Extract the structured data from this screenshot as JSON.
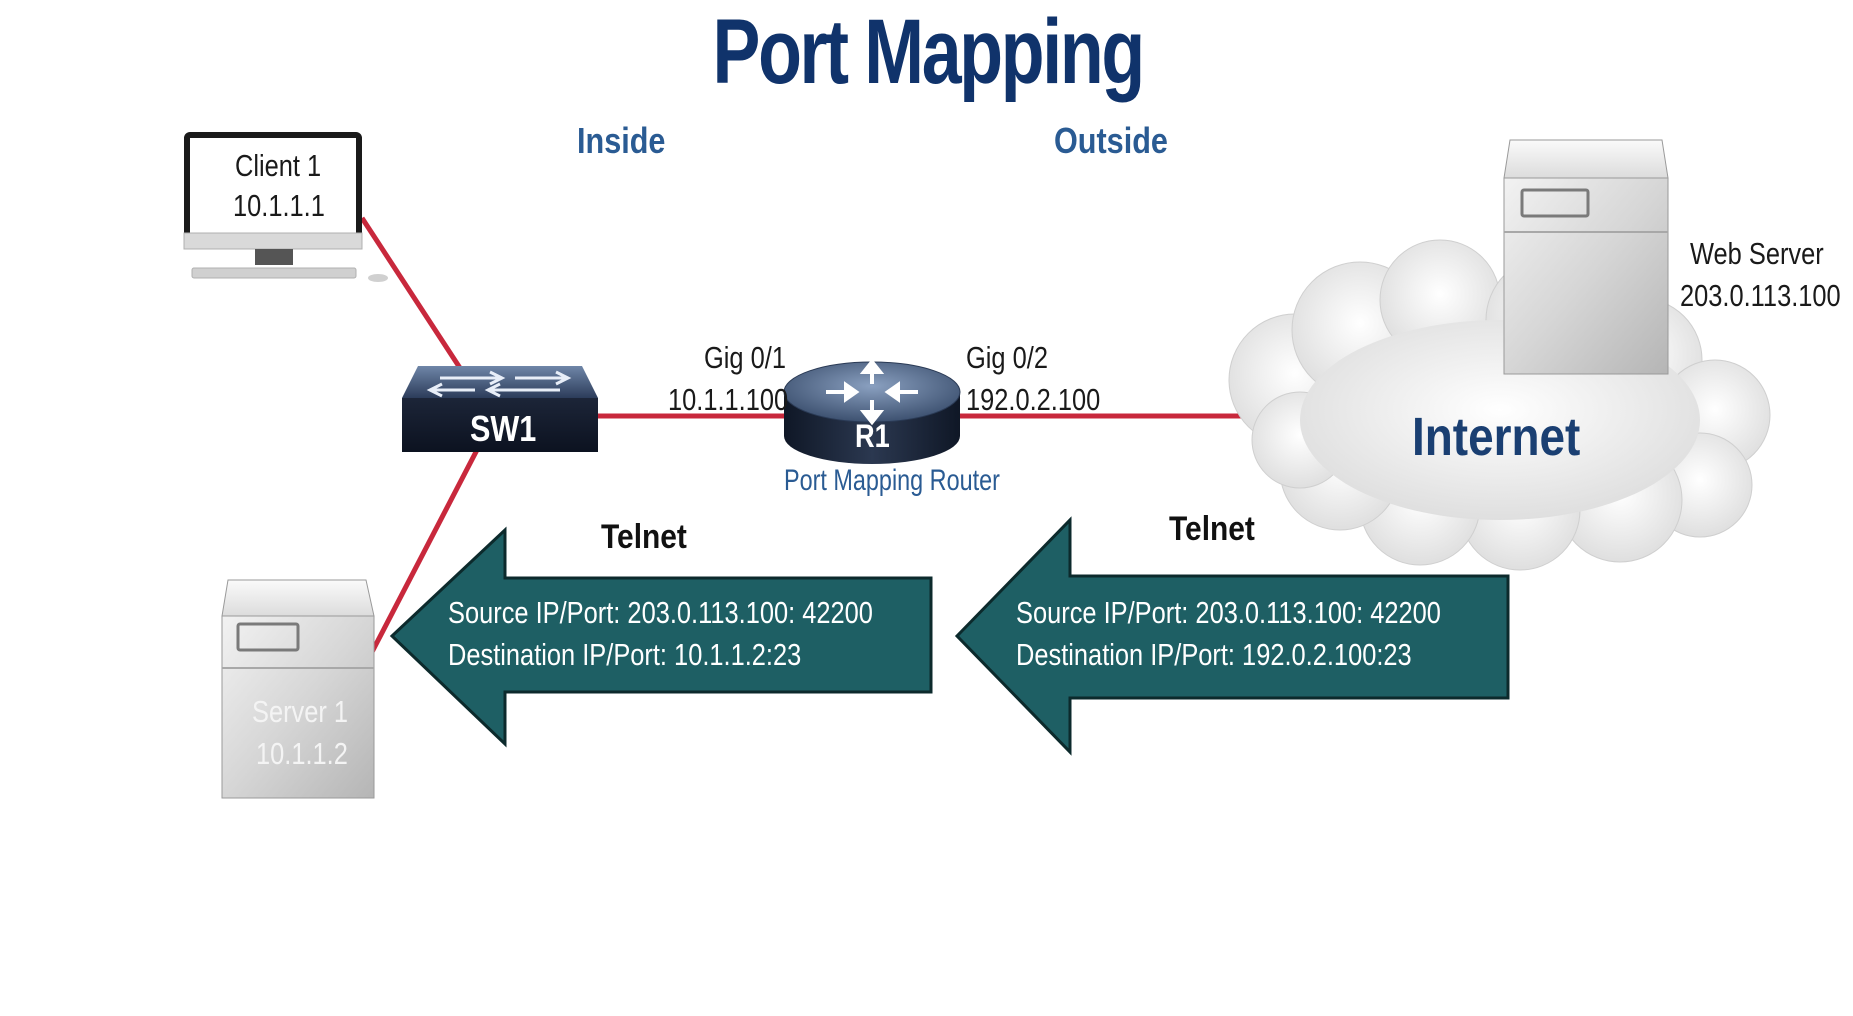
{
  "title": "Port Mapping",
  "zones": {
    "inside": "Inside",
    "outside": "Outside"
  },
  "client": {
    "name": "Client 1",
    "ip": "10.1.1.1"
  },
  "switch": {
    "label": "SW1"
  },
  "router": {
    "label": "R1",
    "caption": "Port Mapping Router"
  },
  "interfaces": {
    "g01": {
      "name": "Gig 0/1",
      "ip": "10.1.1.100"
    },
    "g02": {
      "name": "Gig 0/2",
      "ip": "192.0.2.100"
    }
  },
  "internet": {
    "label": "Internet"
  },
  "web_server": {
    "name": "Web Server",
    "ip": "203.0.113.100"
  },
  "server1": {
    "name": "Server 1",
    "ip": "10.1.1.2"
  },
  "packets": {
    "inside": {
      "protocol": "Telnet",
      "source": "Source IP/Port:  203.0.113.100: 42200",
      "destination": "Destination IP/Port: 10.1.1.2:23"
    },
    "outside": {
      "protocol": "Telnet",
      "source": "Source IP/Port:  203.0.113.100: 42200",
      "destination": "Destination IP/Port: 192.0.2.100:23"
    }
  },
  "colors": {
    "title": "#10336b",
    "zone": "#2a5b93",
    "link": "#c8283c",
    "arrow_fill": "#1e5f64",
    "internet": "#1a3f72"
  }
}
